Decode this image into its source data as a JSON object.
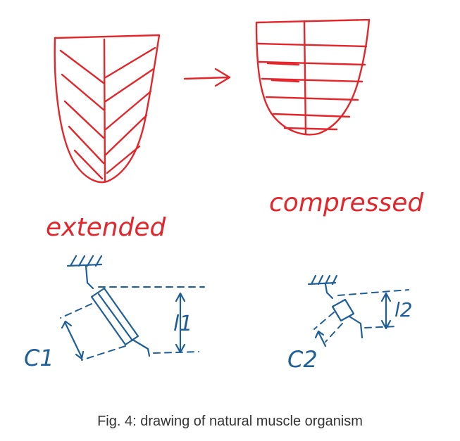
{
  "labels": {
    "extended": "extended",
    "compressed": "compressed",
    "c1": "C1",
    "l1": "l1",
    "c2": "C2",
    "l2": "l2"
  },
  "caption": "Fig. 4: drawing of natural muscle organism",
  "colors": {
    "muscle": "#e3262b",
    "mechanism": "#1f5f98",
    "caption": "#333333"
  }
}
